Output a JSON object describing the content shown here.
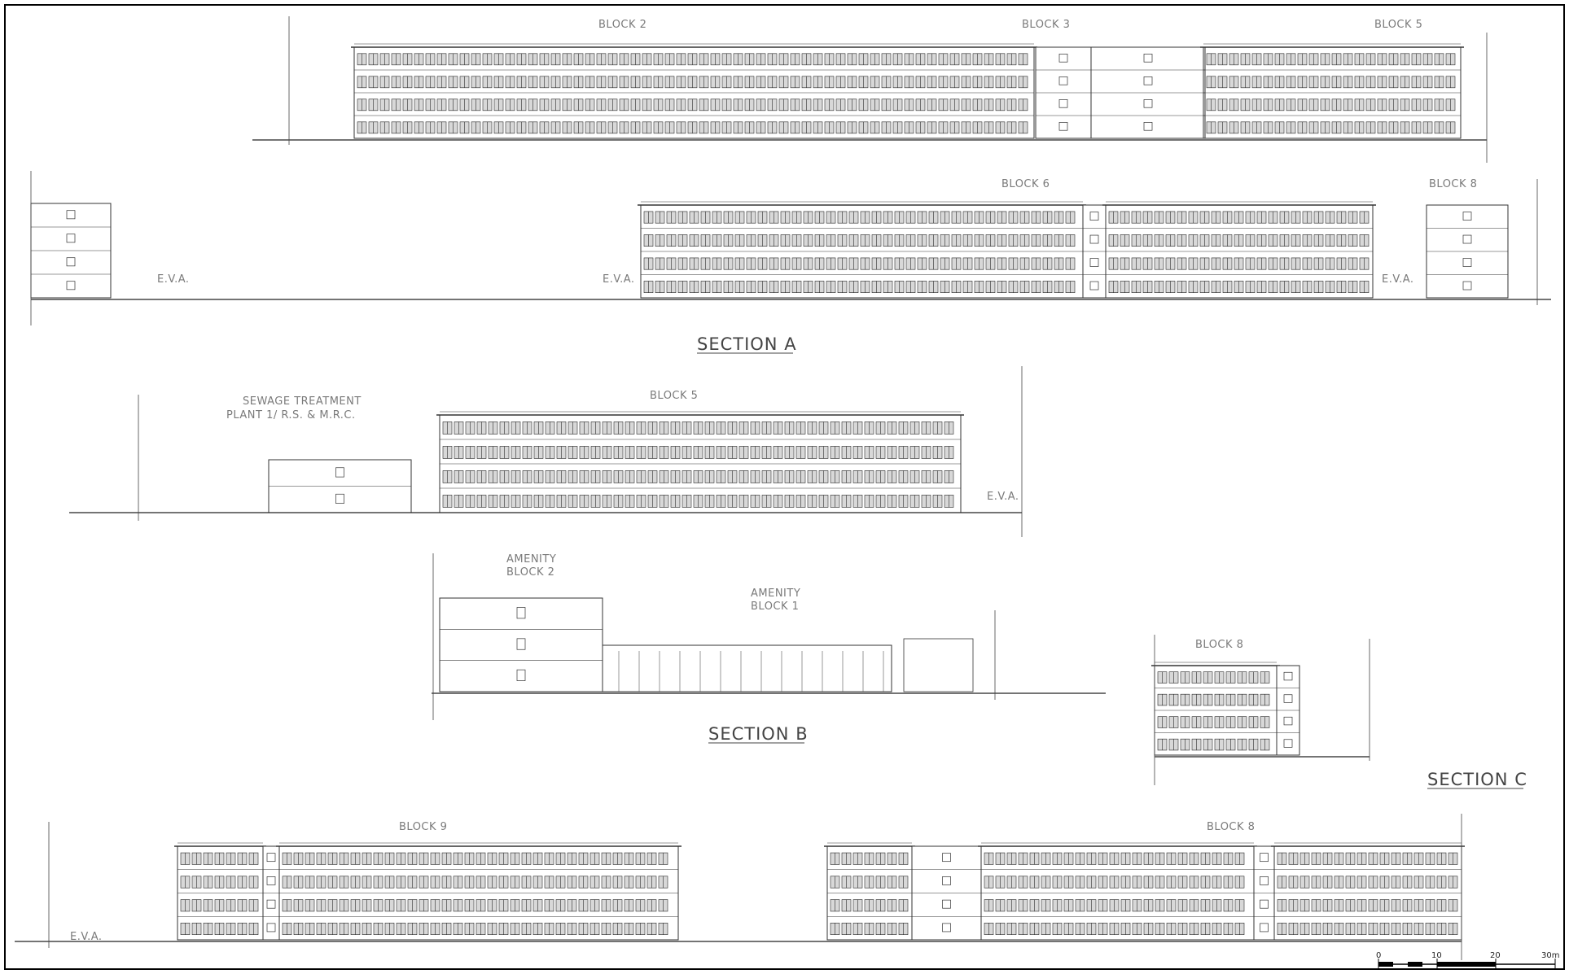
{
  "drawing": {
    "border_color": "#000000",
    "line_color": "#333333",
    "label_color": "#7a7a7a"
  },
  "section_a": {
    "title": "SECTION A",
    "row1": {
      "block_labels": [
        "BLOCK 2",
        "BLOCK 3",
        "BLOCK 5"
      ]
    },
    "row2": {
      "block_labels": [
        "BLOCK 6",
        "BLOCK 8"
      ],
      "eva_labels": [
        "E.V.A.",
        "E.V.A.",
        "E.V.A."
      ]
    }
  },
  "section_b": {
    "title": "SECTION B",
    "row1": {
      "sewage_label_line1": "SEWAGE TREATMENT",
      "sewage_label_line2": "PLANT 1/ R.S. & M.R.C.",
      "block_label": "BLOCK 5",
      "eva_label": "E.V.A."
    },
    "row2": {
      "amenity2_line1": "AMENITY",
      "amenity2_line2": "BLOCK 2",
      "amenity1_line1": "AMENITY",
      "amenity1_line2": "BLOCK 1"
    }
  },
  "section_c": {
    "title": "SECTION C",
    "block_label": "BLOCK 8"
  },
  "row_bottom": {
    "block_labels": [
      "BLOCK 9",
      "BLOCK 8"
    ],
    "eva_label": "E.V.A."
  },
  "scale_bar": {
    "ticks": [
      "0",
      "10",
      "20",
      "30m"
    ]
  }
}
